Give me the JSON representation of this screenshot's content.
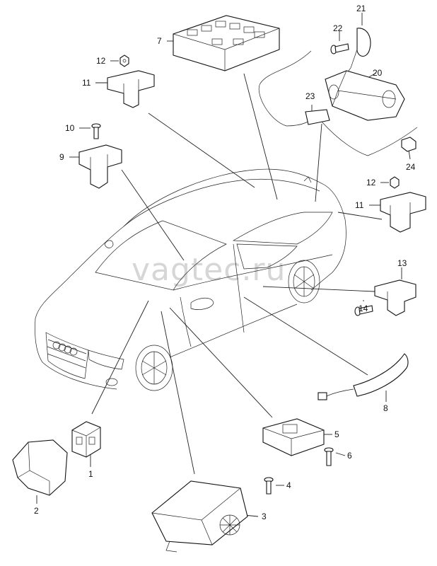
{
  "watermark": "vagtec.ru",
  "callouts": [
    {
      "id": "c1",
      "text": "1"
    },
    {
      "id": "c2",
      "text": "2"
    },
    {
      "id": "c3",
      "text": "3"
    },
    {
      "id": "c4",
      "text": "4"
    },
    {
      "id": "c5",
      "text": "5"
    },
    {
      "id": "c6",
      "text": "6"
    },
    {
      "id": "c7",
      "text": "7"
    },
    {
      "id": "c8",
      "text": "8"
    },
    {
      "id": "c9",
      "text": "9"
    },
    {
      "id": "c10",
      "text": "10"
    },
    {
      "id": "c11a",
      "text": "11"
    },
    {
      "id": "c11b",
      "text": "11"
    },
    {
      "id": "c12a",
      "text": "12"
    },
    {
      "id": "c12b",
      "text": "12"
    },
    {
      "id": "c13",
      "text": "13"
    },
    {
      "id": "c14",
      "text": "14"
    },
    {
      "id": "c20",
      "text": "20"
    },
    {
      "id": "c21",
      "text": "21"
    },
    {
      "id": "c22",
      "text": "22"
    },
    {
      "id": "c23",
      "text": "23"
    },
    {
      "id": "c24",
      "text": "24"
    }
  ],
  "colors": {
    "line": "#222222",
    "watermark": "#d6d6d6",
    "background": "#ffffff"
  }
}
